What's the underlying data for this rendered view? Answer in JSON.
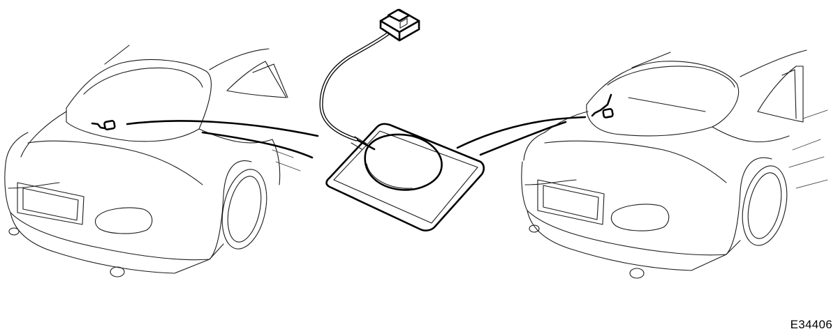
{
  "figure": {
    "reference_code": "E34406",
    "colors": {
      "line": "#000000",
      "background": "#ffffff"
    },
    "views": [
      {
        "name": "left-car",
        "description_icon": "car-rear-view-icon"
      },
      {
        "name": "antenna-module",
        "description_icon": "gps-antenna-icon"
      },
      {
        "name": "right-car",
        "description_icon": "car-rear-view-icon"
      }
    ]
  }
}
